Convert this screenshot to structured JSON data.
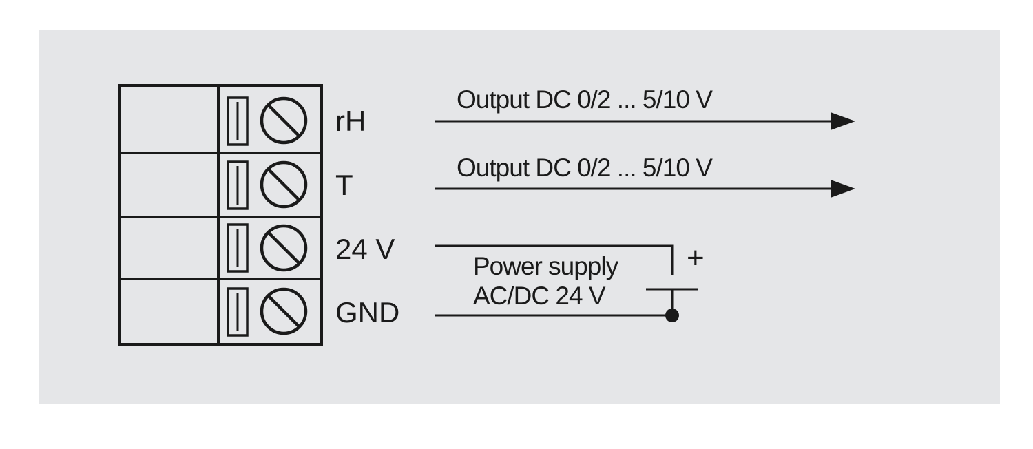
{
  "colors": {
    "panel_background": "#e5e6e8",
    "page_background": "#ffffff",
    "line": "#1a1a1a"
  },
  "terminals": [
    {
      "label": "rH"
    },
    {
      "label": "T"
    },
    {
      "label": "24 V"
    },
    {
      "label": "GND"
    }
  ],
  "outputs": [
    {
      "label": "Output DC 0/2 ... 5/10 V"
    },
    {
      "label": "Output DC 0/2 ... 5/10 V"
    }
  ],
  "power_supply": {
    "line1": "Power supply",
    "line2": "AC/DC 24 V",
    "plus_symbol": "+"
  }
}
